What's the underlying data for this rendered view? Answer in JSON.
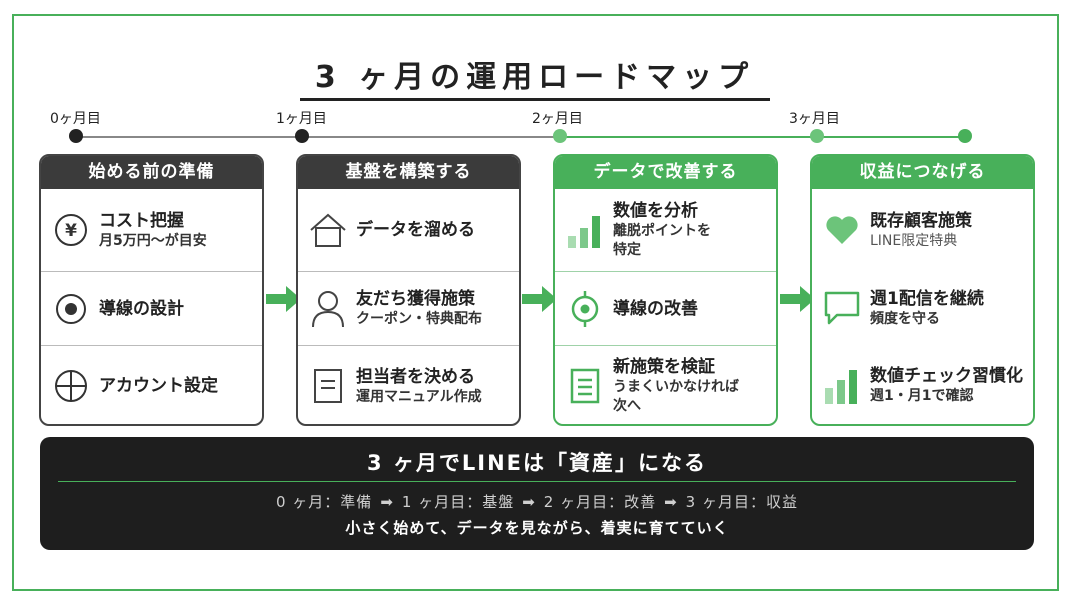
{
  "title": "3 ヶ月の運用ロードマップ",
  "colors": {
    "green": "#48b05a",
    "dark": "#3b3b3b",
    "black": "#1e1e1e"
  },
  "months": [
    "0ヶ月目",
    "1ヶ月目",
    "2ヶ月目",
    "3ヶ月目"
  ],
  "phases": [
    {
      "heading": "始める前の準備",
      "items": [
        {
          "icon": "yen-icon",
          "title": "コスト把握",
          "sub": "月5万円〜が目安"
        },
        {
          "icon": "record-icon",
          "title": "導線の設計",
          "sub": ""
        },
        {
          "icon": "crosshair-circle-icon",
          "title": "アカウント設定",
          "sub": ""
        }
      ]
    },
    {
      "heading": "基盤を構築する",
      "items": [
        {
          "icon": "house-icon",
          "title": "データを溜める",
          "sub": ""
        },
        {
          "icon": "person-icon",
          "title": "友だち獲得施策",
          "sub": "クーポン・特典配布"
        },
        {
          "icon": "document-icon",
          "title": "担当者を決める",
          "sub": "運用マニュアル作成"
        }
      ]
    },
    {
      "heading": "データで改善する",
      "items": [
        {
          "icon": "bar-chart-icon",
          "title": "数値を分析",
          "sub": "離脱ポイントを",
          "sub2": "特定"
        },
        {
          "icon": "target-icon",
          "title": "導線の改善",
          "sub": ""
        },
        {
          "icon": "checklist-icon",
          "title": "新施策を検証",
          "sub": "うまくいかなければ",
          "sub2": "次へ"
        }
      ]
    },
    {
      "heading": "収益につなげる",
      "items": [
        {
          "icon": "heart-icon",
          "title": "既存顧客施策",
          "sub": "LINE限定特典"
        },
        {
          "icon": "chat-bubble-icon",
          "title": "週1配信を継続",
          "sub": "頻度を守る"
        },
        {
          "icon": "bar-chart-icon",
          "title": "数値チェック習慣化",
          "sub": "週1・月1で確認"
        }
      ]
    }
  ],
  "summary": {
    "title": "3 ヶ月でLINEは「資産」になる",
    "flow": [
      "0 ヶ月：準備",
      "1 ヶ月目：基盤",
      "2 ヶ月目：改善",
      "3 ヶ月目：収益"
    ],
    "tagline": "小さく始めて、データを見ながら、着実に育てていく"
  }
}
